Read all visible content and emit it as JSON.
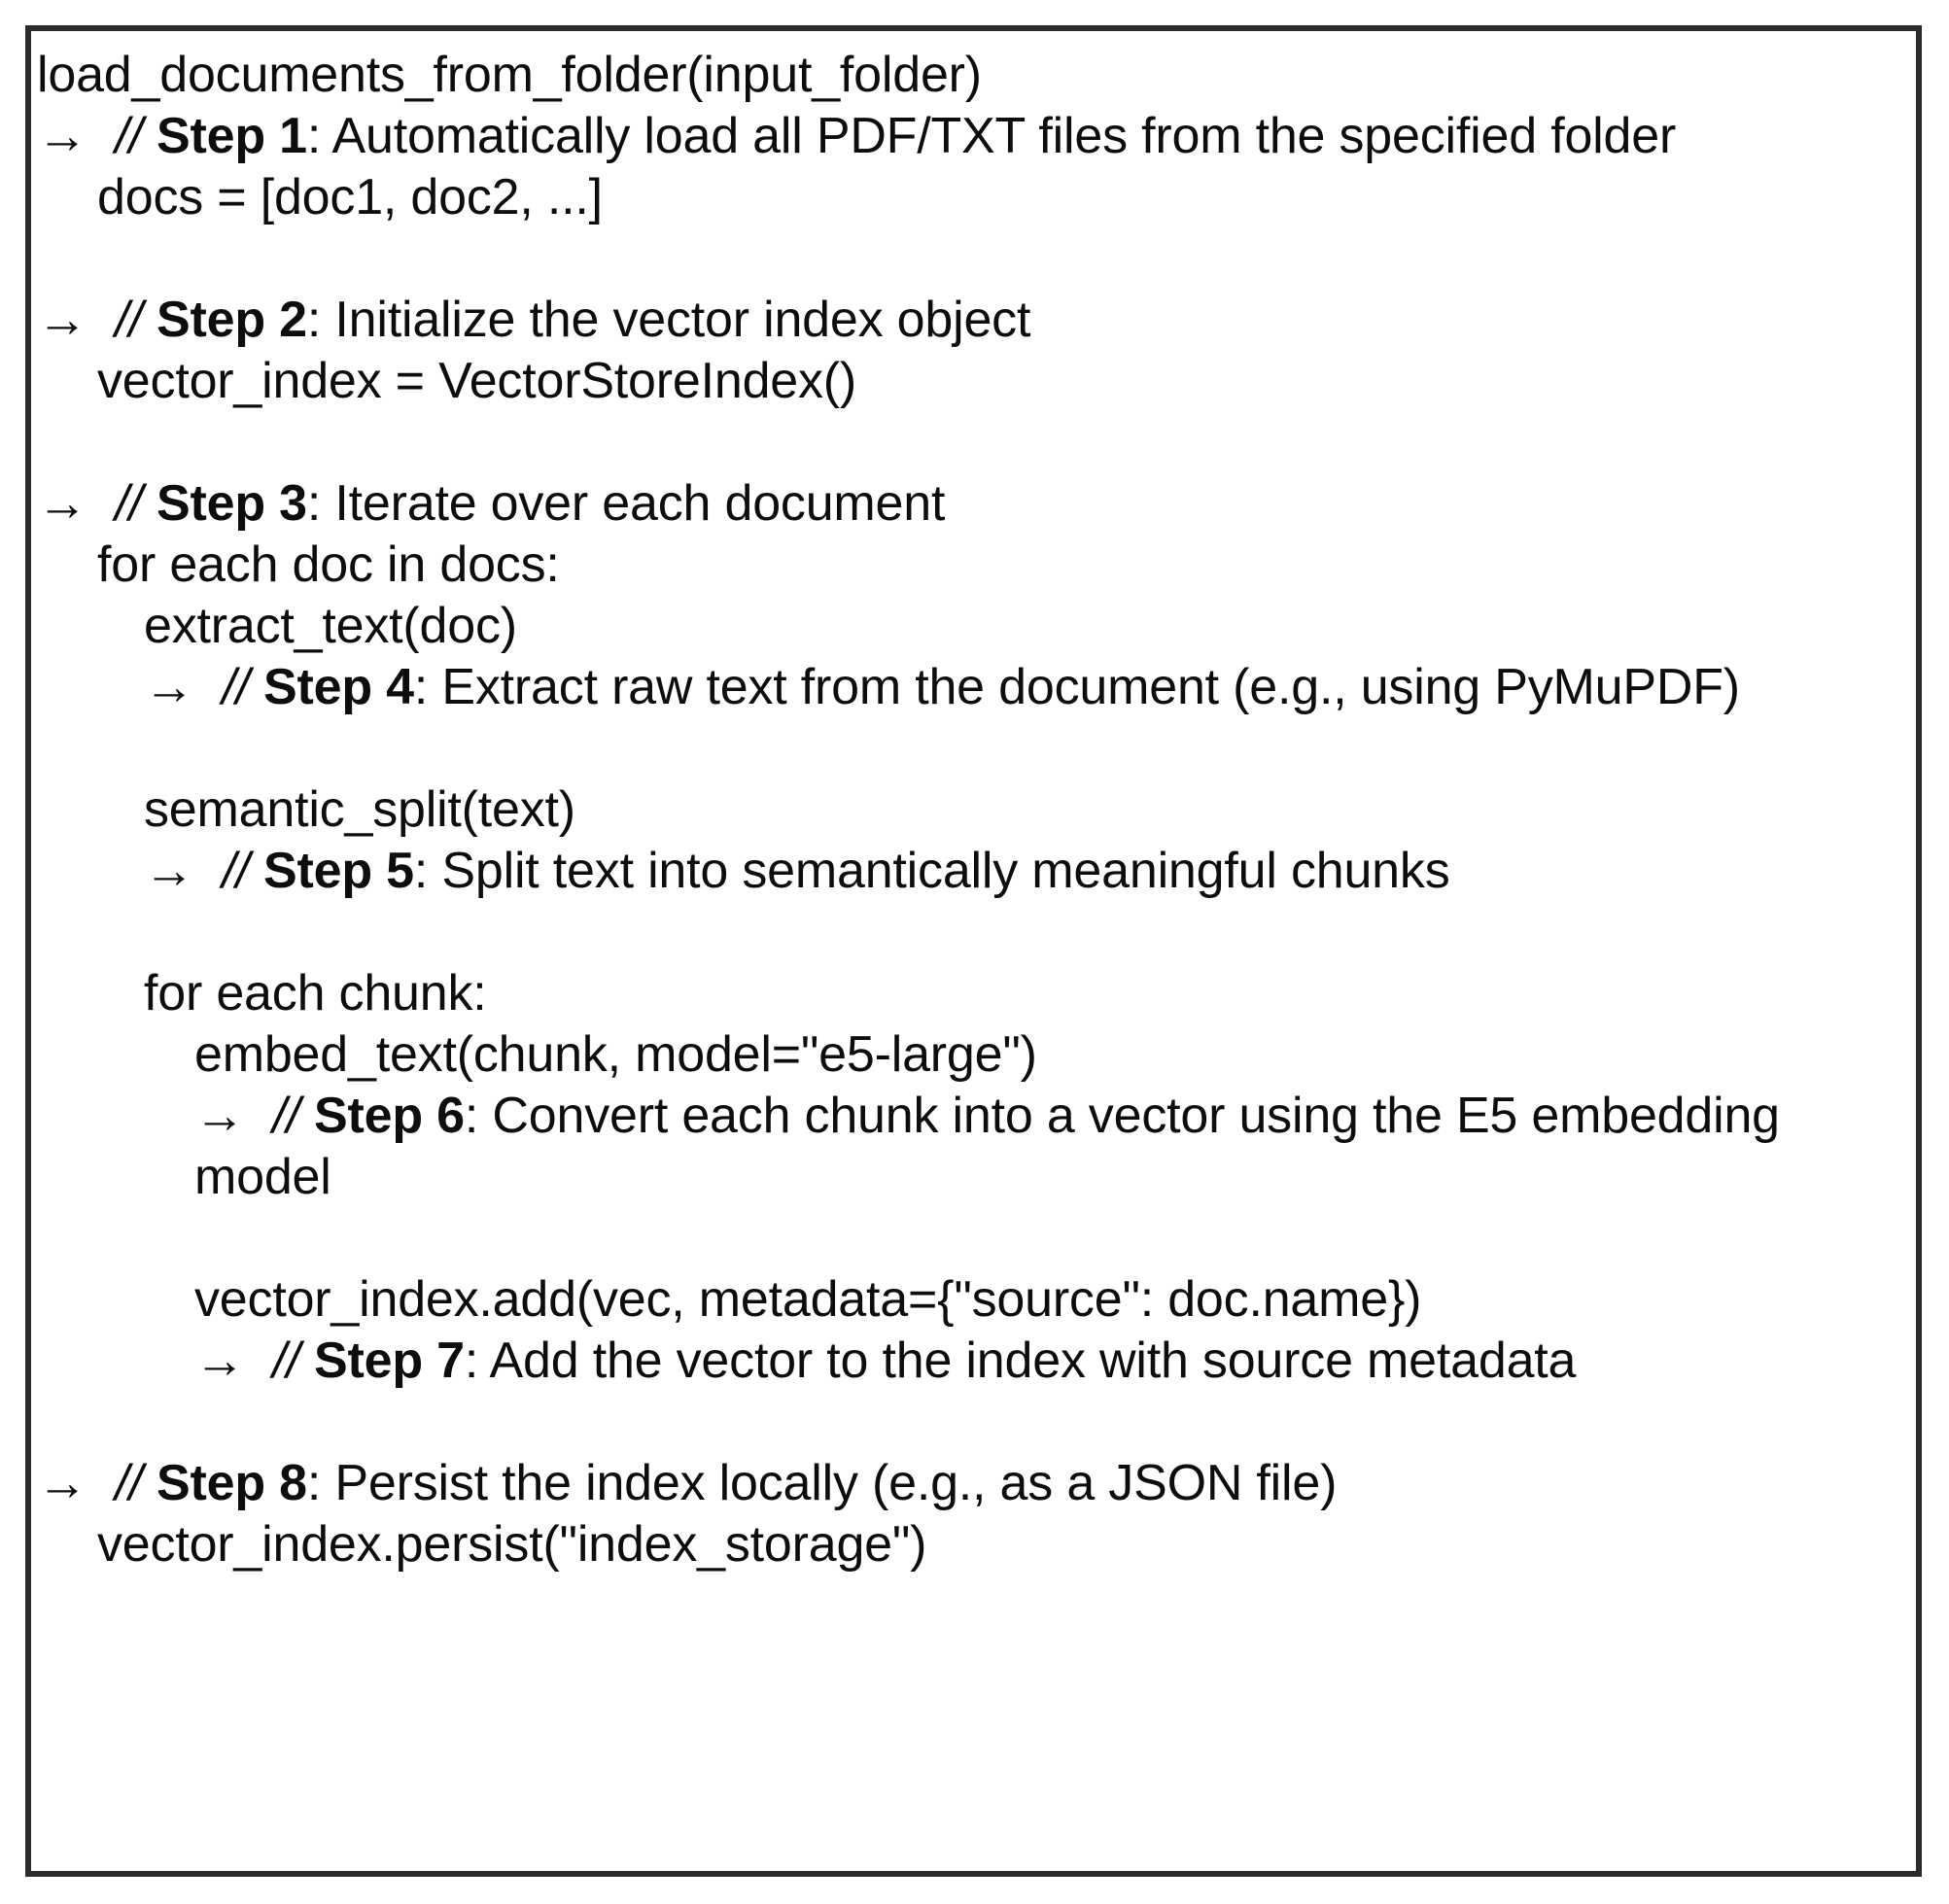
{
  "figure": {
    "kind": "pseudocode-block",
    "border_color": "#2b2b2b",
    "text_color": "#0d0d0d",
    "background_color": "#ffffff",
    "arrow_glyph": "→",
    "comment_marker": "//"
  },
  "lines": [
    {
      "id": "line-signature",
      "indent": 0,
      "type": "code",
      "text": "load_documents_from_folder(input_folder)"
    },
    {
      "id": "line-step-1",
      "indent": 0,
      "type": "annotation",
      "arrow": "→",
      "marker": "//",
      "step": "Step 1",
      "desc": ": Automatically load all PDF/TXT files from the specified folder"
    },
    {
      "id": "line-docs-assign",
      "indent": 1,
      "type": "code",
      "text": "docs = [doc1, doc2, ...]"
    },
    {
      "id": "blank-1",
      "indent": 0,
      "type": "blank"
    },
    {
      "id": "line-step-2",
      "indent": 0,
      "type": "annotation",
      "arrow": "→",
      "marker": "//",
      "step": "Step 2",
      "desc": ": Initialize the vector index object"
    },
    {
      "id": "line-vector-index-init",
      "indent": 1,
      "type": "code",
      "text": "vector_index = VectorStoreIndex()"
    },
    {
      "id": "blank-2",
      "indent": 0,
      "type": "blank"
    },
    {
      "id": "line-step-3",
      "indent": 0,
      "type": "annotation",
      "arrow": "→",
      "marker": "//",
      "step": "Step 3",
      "desc": ": Iterate over each document"
    },
    {
      "id": "line-for-each-doc",
      "indent": 1,
      "type": "code",
      "text": "for each doc in docs:"
    },
    {
      "id": "line-extract-text",
      "indent": 2,
      "type": "code",
      "text": "extract_text(doc)"
    },
    {
      "id": "line-step-4",
      "indent": 2,
      "type": "annotation",
      "arrow": "→",
      "marker": "//",
      "step": "Step 4",
      "desc": ": Extract raw text from the document (e.g., using PyMuPDF)"
    },
    {
      "id": "blank-3",
      "indent": 0,
      "type": "blank"
    },
    {
      "id": "line-semantic-split",
      "indent": 2,
      "type": "code",
      "text": "semantic_split(text)"
    },
    {
      "id": "line-step-5",
      "indent": 2,
      "type": "annotation",
      "arrow": "→",
      "marker": "//",
      "step": "Step 5",
      "desc": ": Split text into semantically meaningful chunks"
    },
    {
      "id": "blank-4",
      "indent": 0,
      "type": "blank"
    },
    {
      "id": "line-for-each-chunk",
      "indent": 2,
      "type": "code",
      "text": "for each chunk:"
    },
    {
      "id": "line-embed-text",
      "indent": 3,
      "type": "code",
      "text": "embed_text(chunk, model=\"e5-large\")"
    },
    {
      "id": "line-step-6",
      "indent": 3,
      "type": "annotation",
      "arrow": "→",
      "marker": "//",
      "step": "Step 6",
      "desc": ": Convert each chunk into a vector using the E5 embedding model"
    },
    {
      "id": "blank-5",
      "indent": 0,
      "type": "blank"
    },
    {
      "id": "line-vector-index-add",
      "indent": 3,
      "type": "code",
      "text": "vector_index.add(vec, metadata={\"source\": doc.name})"
    },
    {
      "id": "line-step-7",
      "indent": 3,
      "type": "annotation",
      "arrow": "→",
      "marker": "//",
      "step": "Step 7",
      "desc": ": Add the vector to the index with source metadata"
    },
    {
      "id": "blank-6",
      "indent": 0,
      "type": "blank"
    },
    {
      "id": "line-step-8",
      "indent": 0,
      "type": "annotation",
      "arrow": "→",
      "marker": "//",
      "step": "Step 8",
      "desc": ": Persist the index locally (e.g., as a JSON file)"
    },
    {
      "id": "line-vector-index-persist",
      "indent": 1,
      "type": "code",
      "text": "vector_index.persist(\"index_storage\")"
    }
  ]
}
